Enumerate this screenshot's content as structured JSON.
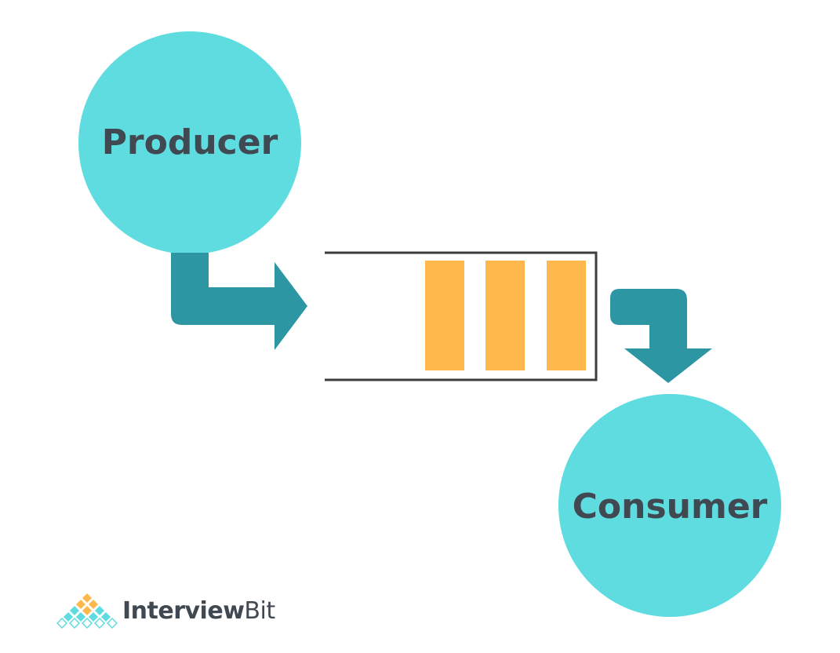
{
  "producer": {
    "label": "Producer"
  },
  "consumer": {
    "label": "Consumer"
  },
  "queue": {
    "item_count": 3
  },
  "colors": {
    "node_fill": "#5fdce0",
    "arrow_fill": "#2c96a3",
    "queue_item_fill": "#feb84c",
    "queue_border": "#3d3d3d",
    "label_text": "#404852"
  },
  "brand": {
    "name_bold": "Interview",
    "name_light": "Bit",
    "icon": "interviewbit-diamond-logo-icon"
  }
}
